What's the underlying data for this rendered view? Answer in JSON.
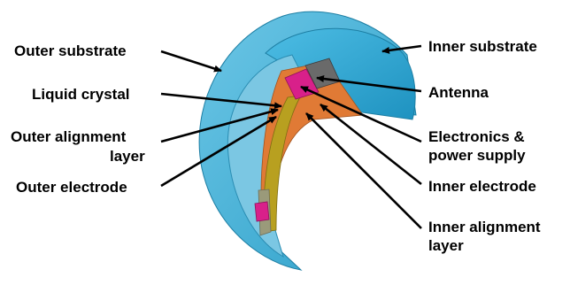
{
  "labels": {
    "outer_substrate": "Outer substrate",
    "liquid_crystal": "Liquid crystal",
    "outer_alignment_line1": "Outer alignment",
    "outer_alignment_line2": "layer",
    "outer_electrode": "Outer electrode",
    "inner_substrate": "Inner substrate",
    "antenna": "Antenna",
    "electronics_line1": "Electronics &",
    "electronics_line2": "power supply",
    "inner_electrode": "Inner electrode",
    "inner_alignment_line1": "Inner alignment",
    "inner_alignment_line2": "layer"
  },
  "colors": {
    "outer_substrate": "#3fb0d8",
    "inner_substrate": "#2fa9d6",
    "liquid_crystal": "#e07a35",
    "alignment_layer": "#b8a020",
    "electrode": "#9a9a7a",
    "antenna": "#6a6a6a",
    "electronics": "#d8208a",
    "arrow": "#000000"
  }
}
